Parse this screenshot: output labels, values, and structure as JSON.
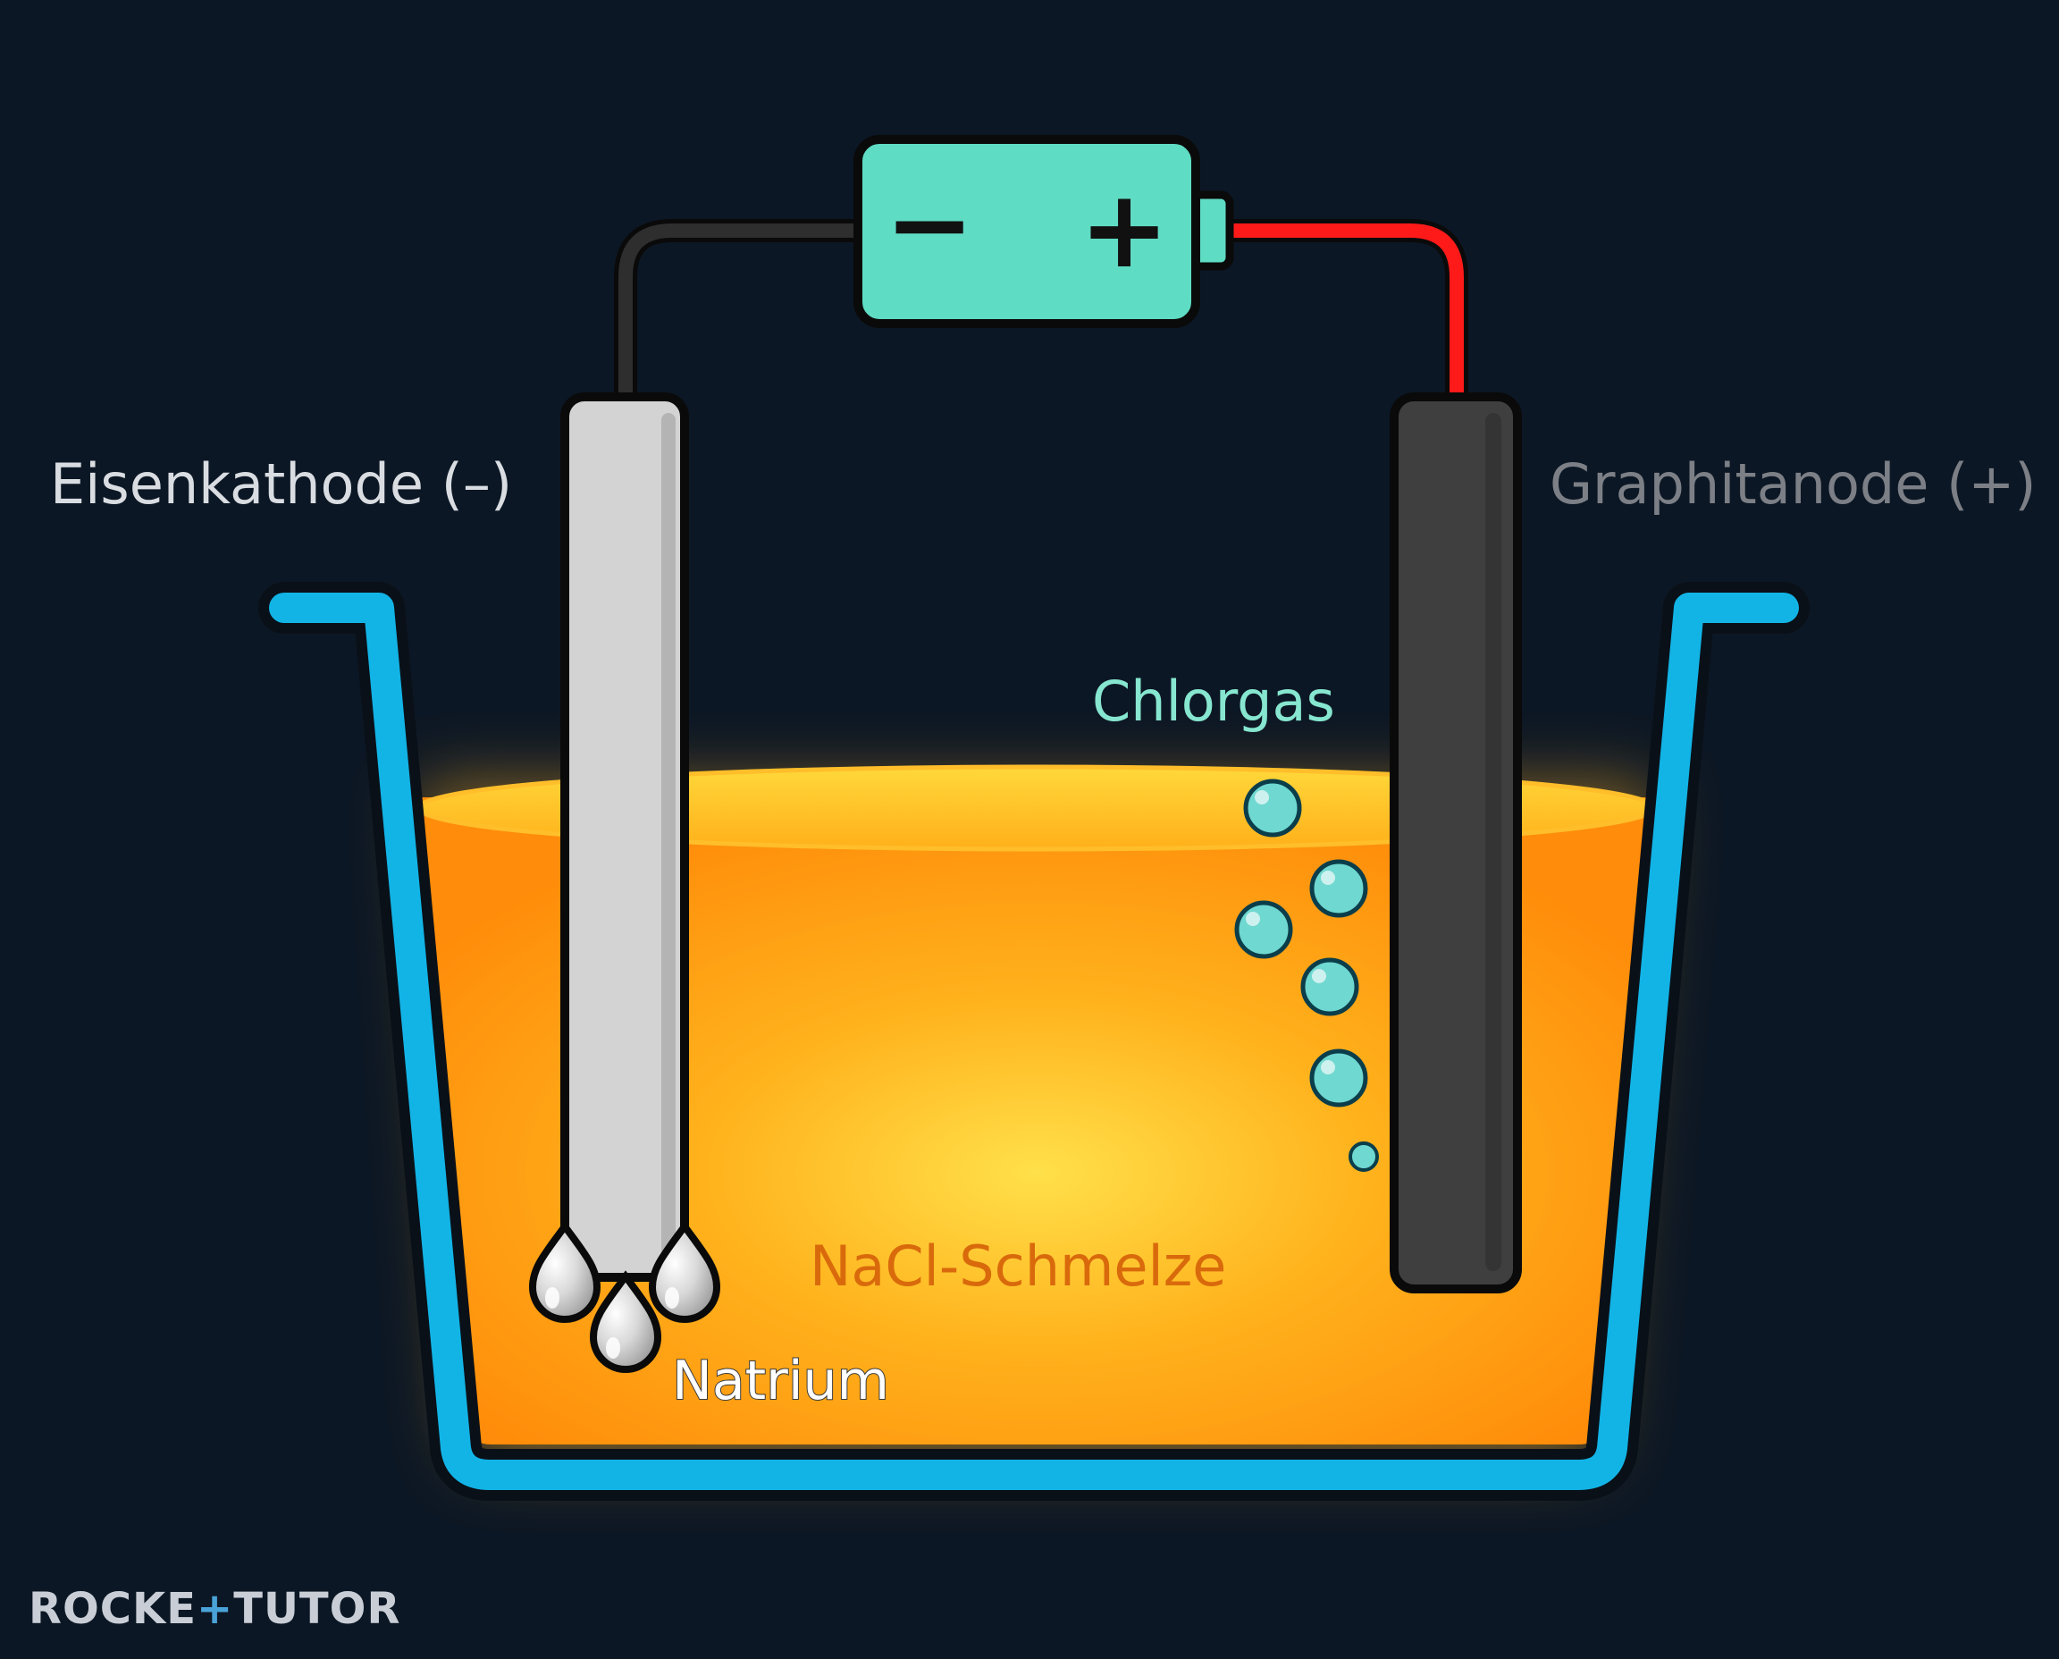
{
  "labels": {
    "cathode": "Eisenkathode (–)",
    "anode": "Graphitanode (+)",
    "gas": "Chlorgas",
    "melt": "NaCl-Schmelze",
    "metal": "Natrium"
  },
  "battery": {
    "minus": "−",
    "plus": "+"
  },
  "brand": {
    "left": "ROCKE",
    "mark": "+",
    "right": "TUTOR"
  },
  "colors": {
    "background": "#0c1725",
    "vessel": "#12b4e6",
    "melt": "#ff9a10",
    "battery": "#5fdcc4",
    "cathode": "#d3d3d3",
    "anode": "#3f3f3f",
    "positive_wire": "#ff1a1a",
    "negative_wire": "#2e2e2e",
    "bubbles": "#6fd8d0"
  }
}
